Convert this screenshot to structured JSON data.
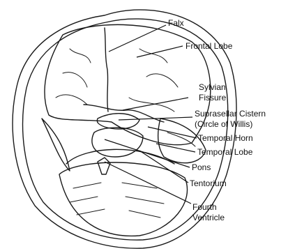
{
  "labels": {
    "falx": "Falx",
    "frontal_lobe": "Frontal Lobe",
    "sylvian_1": "Sylvian",
    "sylvian_2": "Fissure",
    "suprasellar_1": "Suprasellar Cistern",
    "suprasellar_2": "(Circle of Willis)",
    "temporal_horn": "Temporal Horn",
    "temporal_lobe": "Temporal Lobe",
    "pons": "Pons",
    "tentorium": "Tentorium",
    "fourth_1": "Fourth",
    "fourth_2": "Ventricle"
  }
}
